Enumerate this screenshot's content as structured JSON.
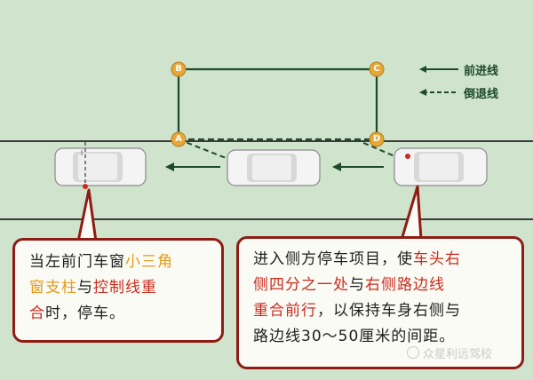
{
  "legend": {
    "forward_label": "前进线",
    "reverse_label": "倒退线"
  },
  "points": [
    "B",
    "C",
    "A",
    "D"
  ],
  "colors": {
    "background": "#cfe3cd",
    "road_line": "#3a3a3a",
    "forward_line": "#1d4a2a",
    "reverse_line": "#1d4a2a",
    "point_fill": "#e8a838",
    "callout_border": "#8e1c14",
    "highlight_orange": "#e39a1b",
    "highlight_red": "#cc2a1d"
  },
  "callout_left": {
    "seg1": "当左前门车窗",
    "seg2": "小三角",
    "seg3": "窗支柱",
    "seg4": "与",
    "seg5": "控制线重",
    "seg6": "合",
    "seg7": "时，停车。"
  },
  "callout_right": {
    "seg1": "进入侧方停车项目，使",
    "seg2": "车头右",
    "seg3": "侧四分之一处",
    "seg4": "与",
    "seg5": "右侧路边线",
    "seg6": "重合前行",
    "seg7": "，以保持车身右侧与",
    "seg8": "路边线30～50厘米的间距。"
  },
  "watermark": "众星利远驾校"
}
